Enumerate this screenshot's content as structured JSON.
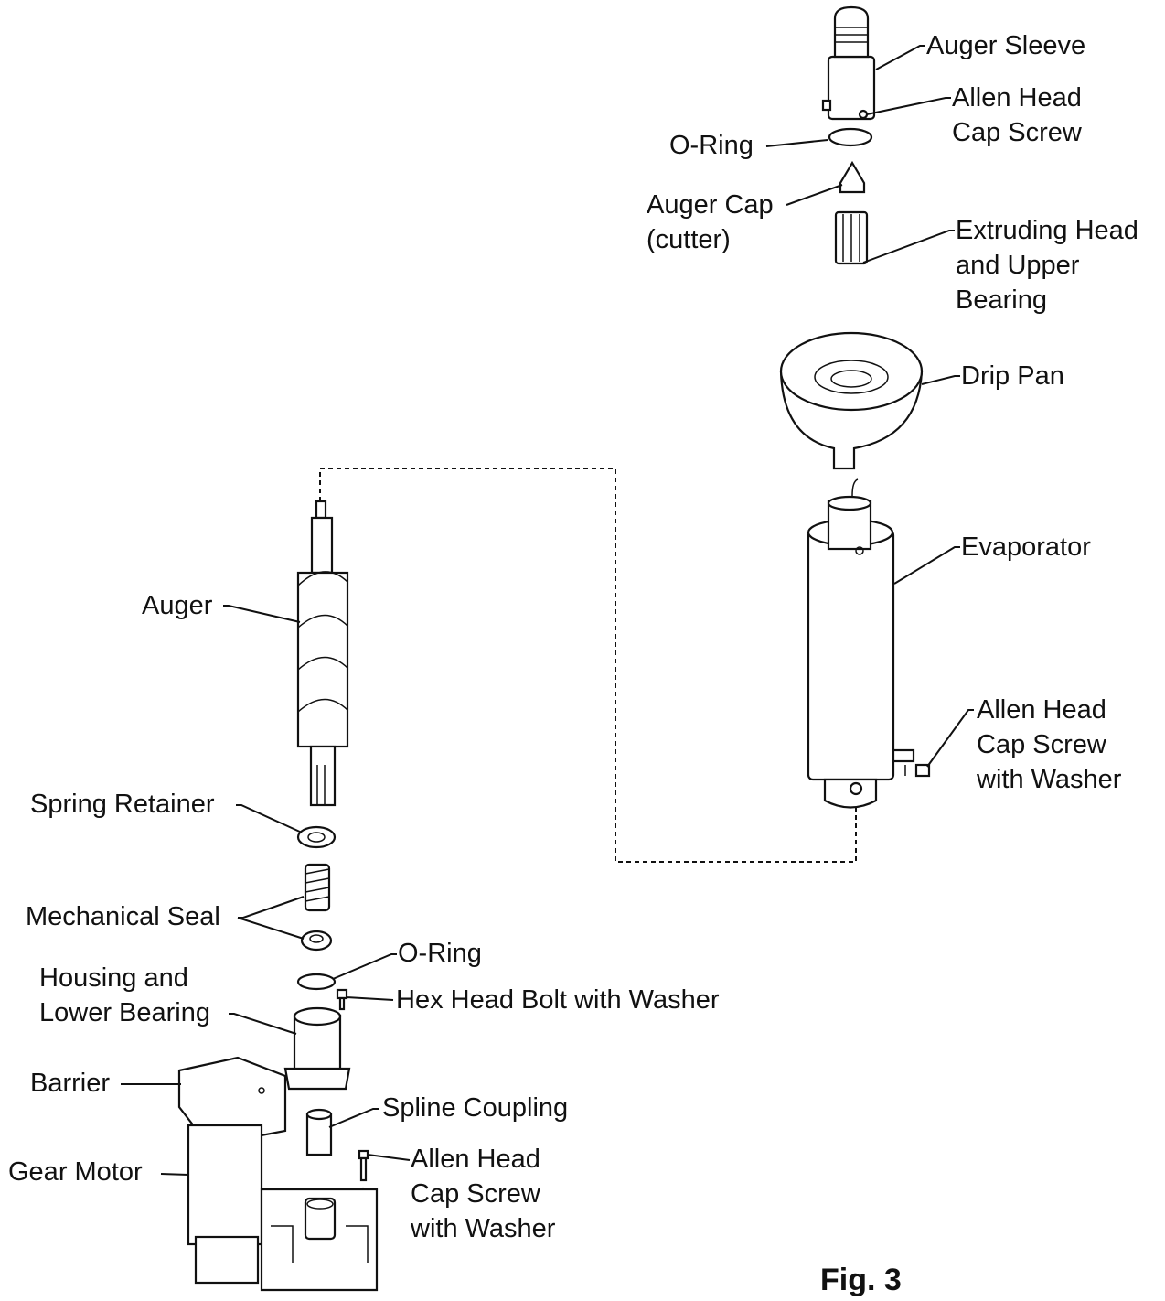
{
  "labels": {
    "auger_sleeve": "Auger Sleeve",
    "allen_head_top": [
      "Allen Head",
      "Cap Screw"
    ],
    "o_ring_top": "O-Ring",
    "auger_cap": [
      "Auger Cap",
      "(cutter)"
    ],
    "extruding_head": [
      "Extruding Head",
      "and  Upper",
      "Bearing"
    ],
    "drip_pan": "Drip Pan",
    "evaporator": "Evaporator",
    "allen_head_evap": [
      "Allen Head",
      "Cap Screw",
      "with Washer"
    ],
    "auger": "Auger",
    "spring_retainer": "Spring Retainer",
    "mechanical_seal": "Mechanical Seal",
    "o_ring_bottom": "O-Ring",
    "housing": [
      "Housing and",
      "Lower Bearing"
    ],
    "hex_head_bolt": "Hex Head Bolt with Washer",
    "barrier": "Barrier",
    "spline_coupling": "Spline Coupling",
    "gear_motor": "Gear Motor",
    "allen_head_motor": [
      "Allen Head",
      "Cap Screw",
      "with Washer"
    ]
  },
  "figure_label": "Fig. 3"
}
